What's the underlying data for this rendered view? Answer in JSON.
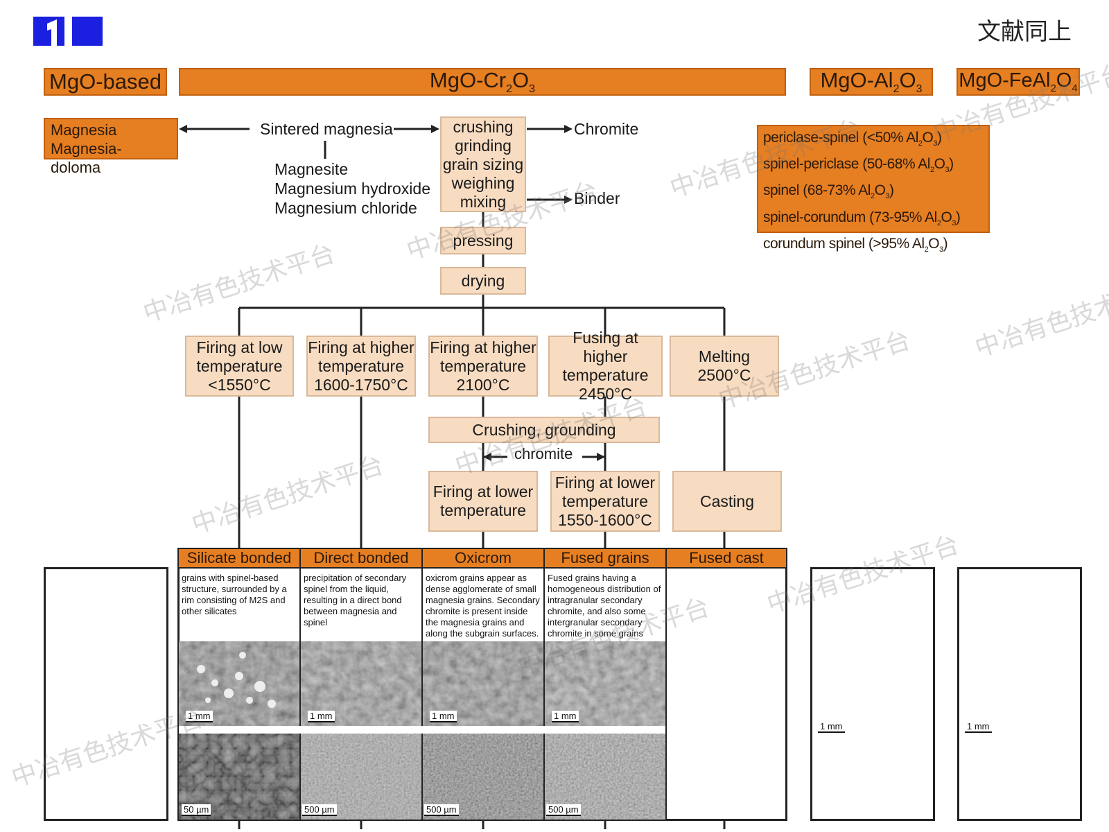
{
  "top_right_label": "文献同上",
  "watermark": "中冶有色技术平台",
  "categories": {
    "mgo_based": "MgO-based",
    "mgo_cr_main": "MgO-Cr",
    "mgo_cr_sub": "2",
    "mgo_cr_o": "O",
    "mgo_cr_sub2": "3",
    "mgo_al_main": "MgO-Al",
    "mgo_al_sub": "2",
    "mgo_al_o": "O",
    "mgo_al_sub2": "3",
    "mgo_fe_main": "MgO-FeAl",
    "mgo_fe_sub": "2",
    "mgo_fe_o": "O",
    "mgo_fe_sub2": "4"
  },
  "magnesia_box": {
    "line1": "Magnesia",
    "line2": "Magnesia-doloma"
  },
  "sintered_magnesia": "Sintered magnesia",
  "sources": {
    "line1": "Magnesite",
    "line2": "Magnesium hydroxide",
    "line3": "Magnesium chloride"
  },
  "process_box": {
    "line1": "crushing",
    "line2": "grinding",
    "line3": "grain sizing",
    "line4": "weighing",
    "line5": "mixing"
  },
  "chromite": "Chromite",
  "binder": "Binder",
  "pressing": "pressing",
  "drying": "drying",
  "spinel_list": [
    {
      "pre": "periclase-spinel (<50% Al",
      "mid": "O",
      "post": ")"
    },
    {
      "pre": "spinel-periclase (50-68% Al",
      "mid": "O",
      "post": ")"
    },
    {
      "pre": "spinel (68-73% Al",
      "mid": "O",
      "post": ")"
    },
    {
      "pre": "spinel-corundum (73-95% Al",
      "mid": "O",
      "post": ")"
    },
    {
      "pre": "corundum spinel (>95% Al",
      "mid": "O",
      "post": ")"
    }
  ],
  "spinel_sub1": "2",
  "spinel_sub2": "3",
  "firing": [
    {
      "line1": "Firing at low",
      "line2": "temperature",
      "line3": "<1550°C"
    },
    {
      "line1": "Firing at higher",
      "line2": "temperature",
      "line3": "1600-1750°C"
    },
    {
      "line1": "Firing at higher",
      "line2": "temperature",
      "line3": "2100°C"
    },
    {
      "line1": "Fusing at higher",
      "line2": "temperature",
      "line3": "2450°C"
    },
    {
      "line1": "Melting",
      "line2": "2500°C"
    }
  ],
  "crushing_grounding": "Crushing, grounding",
  "chromite_label": "chromite",
  "second_firing": [
    {
      "line1": "Firing at lower",
      "line2": "temperature"
    },
    {
      "line1": "Firing at lower",
      "line2": "temperature",
      "line3": "1550-1600°C"
    }
  ],
  "casting": "Casting",
  "column_headers": [
    "Silicate bonded",
    "Direct bonded",
    "Oxicrom",
    "Fused grains",
    "Fused cast"
  ],
  "descriptions": [
    "grains with spinel-based structure, surrounded by a rim consisting of M2S and other silicates",
    "precipitation of secondary spinel from the liquid, resulting in a direct bond between magnesia and spinel",
    "oxicrom grains appear as dense agglomerate of small magnesia grains. Secondary chromite is present inside the magnesia grains and along the subgrain surfaces.",
    "Fused grains having a homogeneous distribution of intragranular secondary chromite, and also some intergranular secondary chromite in some grains"
  ],
  "scales_top": [
    "1 mm",
    "1 mm",
    "1 mm",
    "1 mm"
  ],
  "scales_bottom": [
    "50 µm",
    "500 µm",
    "500 µm",
    "500 µm"
  ],
  "scales_right": [
    "1 mm",
    "1 mm"
  ]
}
